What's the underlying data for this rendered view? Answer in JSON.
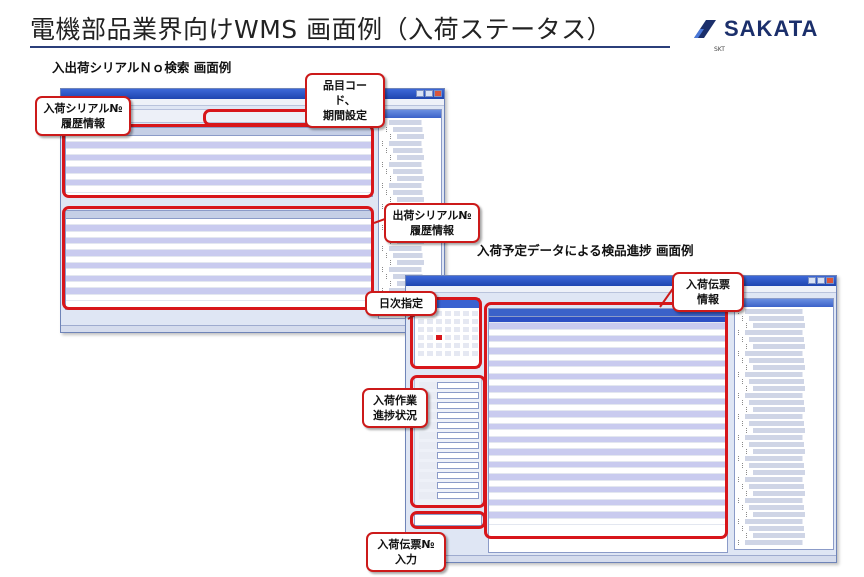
{
  "header": {
    "title": "電機部品業界向けWMS 画面例（入荷ステータス）",
    "logo_text": "SAKATA",
    "logo_sub": "SKT",
    "logo_color": "#1b2f6b",
    "accent_color": "#d8161b"
  },
  "screen1": {
    "subtitle": "入出荷シリアルＮｏ検索 画面例"
  },
  "screen2": {
    "subtitle": "入荷予定データによる検品進捗 画面例"
  },
  "callouts": {
    "item_code_period": "品目コード、\n期間設定",
    "inbound_serial_history": "入荷シリアル№\n履歴情報",
    "outbound_serial_history": "出荷シリアル№\n履歴情報",
    "daily_spec": "日次指定",
    "inbound_slip_info": "入荷伝票\n情報",
    "inbound_work_progress": "入荷作業\n進捗状況",
    "inbound_slip_input": "入荷伝票№\n入力"
  }
}
